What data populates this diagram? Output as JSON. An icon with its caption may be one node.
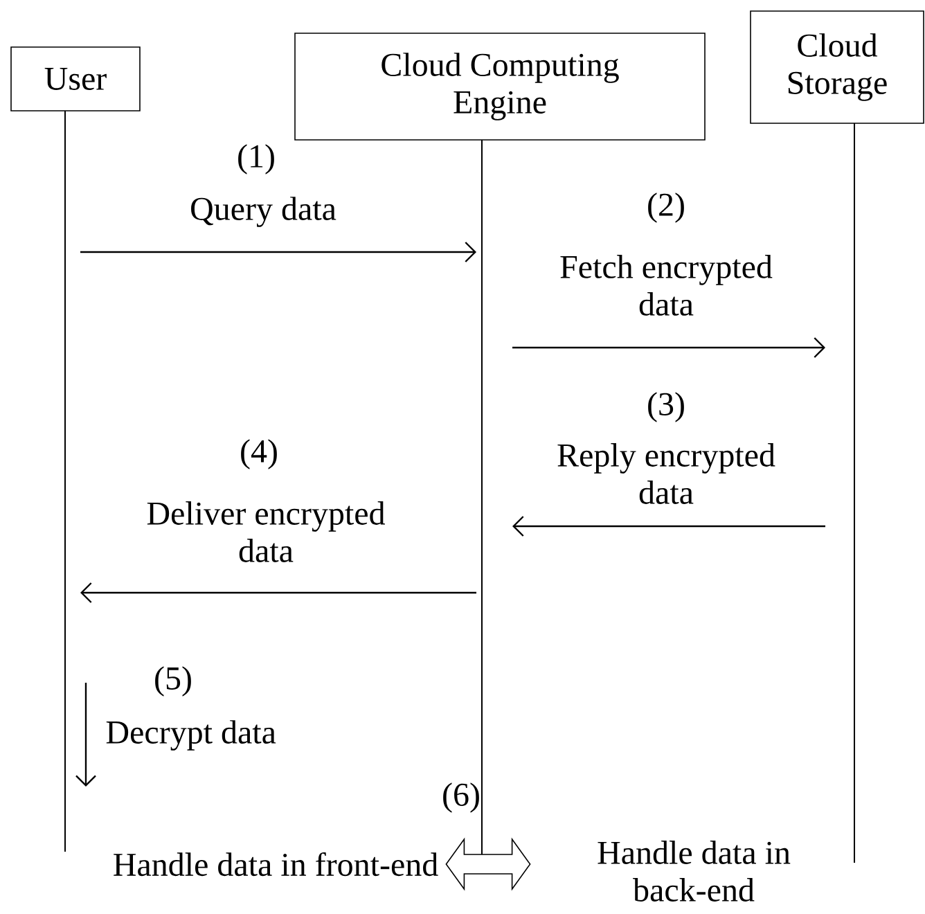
{
  "diagram": {
    "nodes": [
      {
        "text": [
          "User"
        ]
      },
      {
        "text": [
          "Cloud Computing Engine"
        ]
      },
      {
        "text": [
          "Cloud Storage"
        ]
      },
      {
        "text": [
          "Handle data in front-end"
        ]
      },
      {
        "text": [
          "Handle data in back-end"
        ]
      }
    ],
    "edges": [
      {
        "from": 0,
        "to": 1,
        "arrow": "to",
        "label": "Query data"
      },
      {
        "from": 1,
        "to": 2,
        "arrow": "to",
        "label": "Fetch encrypted data"
      },
      {
        "from": 2,
        "to": 1,
        "arrow": "to",
        "label": "Reply encrypted data"
      },
      {
        "from": 1,
        "to": 0,
        "arrow": "to",
        "label": "Deliver encrypted data"
      },
      {
        "from": 3,
        "to": 4,
        "arrow": "both"
      }
    ],
    "labels": [
      "(1)",
      "(2)",
      "(3)",
      "(4)",
      "(5)",
      "Decrypt data",
      "(6)"
    ]
  }
}
